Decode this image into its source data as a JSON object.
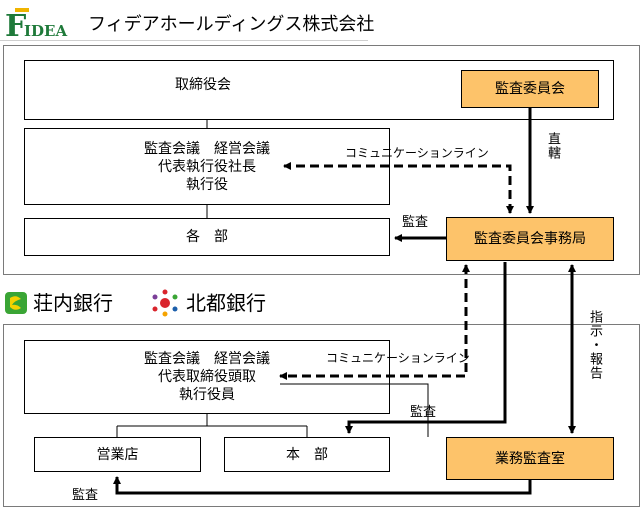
{
  "header": {
    "logo_text": "FIDEA",
    "company_name": "フィデアホールディングス株式会社",
    "logo_color": "#1f7a3a"
  },
  "holdings": {
    "board": "取締役会",
    "audit_committee": "監査委員会",
    "management_meeting_line1": "監査会議　経営会議",
    "management_meeting_line2": "代表執行役社長",
    "management_meeting_line3": "執行役",
    "departments": "各　部",
    "audit_office": "監査委員会事務局",
    "direct_label": "直轄",
    "communication_line_label": "コミュニケーションライン",
    "audit_label": "監査"
  },
  "banks": {
    "bank1_name": "荘内銀行",
    "bank2_name": "北都銀行",
    "meeting_line1": "監査会議　経営会議",
    "meeting_line2": "代表取締役頭取",
    "meeting_line3": "執行役員",
    "branches": "営業店",
    "headquarters": "本　部",
    "internal_audit": "業務監査室",
    "communication_line_label": "コミュニケーションライン",
    "audit_label_hq": "監査",
    "audit_label_branches": "監査",
    "instruction_report_label": "指示・報告"
  },
  "colors": {
    "accent_orange": "#fdc36a",
    "bank1_green": "#3aa535",
    "bank1_yellow": "#f5d100",
    "bank2_red": "#d9242c"
  }
}
